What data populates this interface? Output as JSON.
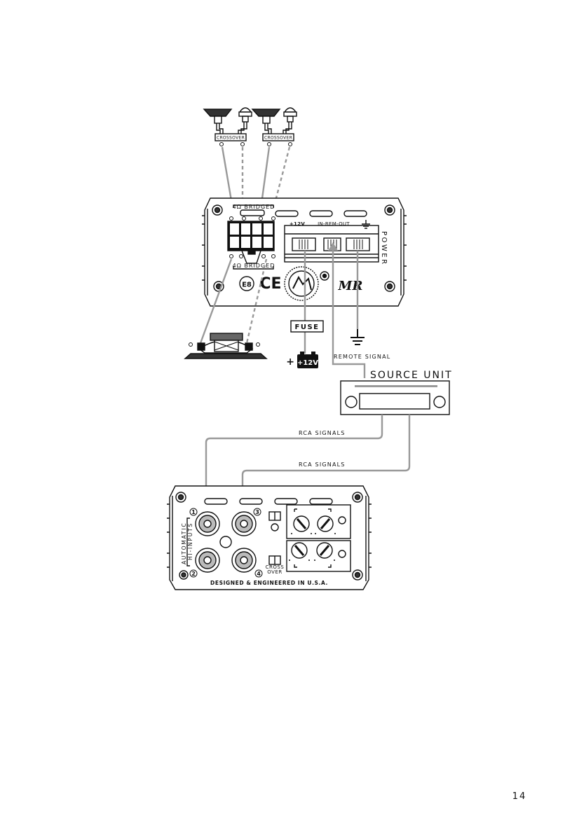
{
  "top_speakers": {
    "crossover_left": "CROSSOVER",
    "crossover_right": "CROSSOVER",
    "plus": "+",
    "minus": "⊖"
  },
  "amp_power": {
    "bridged_top": "4Ω BRIDGED",
    "bridged_bottom": "4Ω BRIDGED",
    "plus_12v": "+12V",
    "in_rem_out": "IN-REM-OUT",
    "power": "POWER",
    "mr_logo": "MR",
    "e8": "E8",
    "ce": "CE"
  },
  "wiring": {
    "fuse": "FUSE",
    "battery_label": "+12V",
    "remote_signal": "REMOTE SIGNAL",
    "source_unit": "SOURCE UNIT",
    "rca_signals_1": "RCA SIGNALS",
    "rca_signals_2": "RCA SIGNALS"
  },
  "amp_inputs": {
    "automatic": "AUTOMATIC",
    "hi_inputs": "HI-INPUTS",
    "cross": "CROSS",
    "over": "OVER",
    "designed": "DESIGNED & ENGINEERED IN U.S.A.",
    "ch1": "1",
    "ch2": "2",
    "ch3": "3",
    "ch4": "4"
  },
  "page_number": "14"
}
